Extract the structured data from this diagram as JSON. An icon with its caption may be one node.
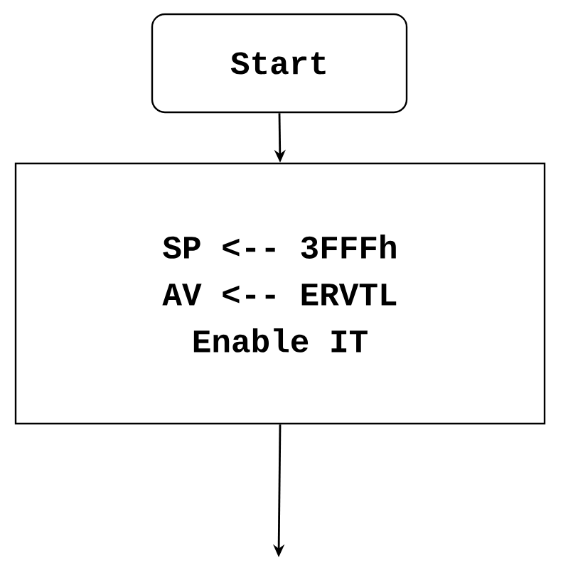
{
  "diagram": {
    "nodes": [
      {
        "text": [
          "Start"
        ]
      },
      {
        "text": [
          "SP <-- 3FFFh",
          "AV <-- ERVTL",
          "Enable IT"
        ]
      }
    ],
    "edges": [
      {
        "from": 0,
        "to": 1,
        "arrow": "to"
      },
      {
        "from": 1,
        "to": null,
        "arrow": "to"
      }
    ]
  }
}
